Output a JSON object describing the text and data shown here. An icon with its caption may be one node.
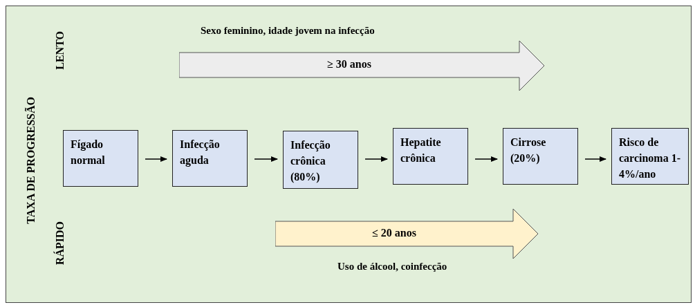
{
  "diagram": {
    "nodes": [
      {
        "text": [
          "≥ 30 anos"
        ],
        "beside": [
          "Sexo feminino, idade jovem na infecção"
        ]
      },
      {
        "text": [
          "Fígado normal"
        ]
      },
      {
        "text": [
          "Infecção aguda"
        ]
      },
      {
        "text": [
          "Infecção crônica (80%)"
        ]
      },
      {
        "text": [
          "Hepatite crônica"
        ]
      },
      {
        "text": [
          "Cirrose (20%)"
        ]
      },
      {
        "text": [
          "Risco de carcinoma 1-4%/ano"
        ]
      },
      {
        "text": [
          "≤ 20 anos"
        ],
        "beside": [
          "Uso de álcool, coinfecção"
        ]
      }
    ],
    "edges": [
      {
        "from": 1,
        "to": 2,
        "arrow": "to"
      },
      {
        "from": 2,
        "to": 3,
        "arrow": "to"
      },
      {
        "from": 3,
        "to": 4,
        "arrow": "to"
      },
      {
        "from": 4,
        "to": 5,
        "arrow": "to"
      },
      {
        "from": 5,
        "to": 6,
        "arrow": "to"
      }
    ],
    "labels": [
      "TAXA DE PROGRESSÃO",
      "LENTO",
      "RÁPIDO"
    ]
  }
}
